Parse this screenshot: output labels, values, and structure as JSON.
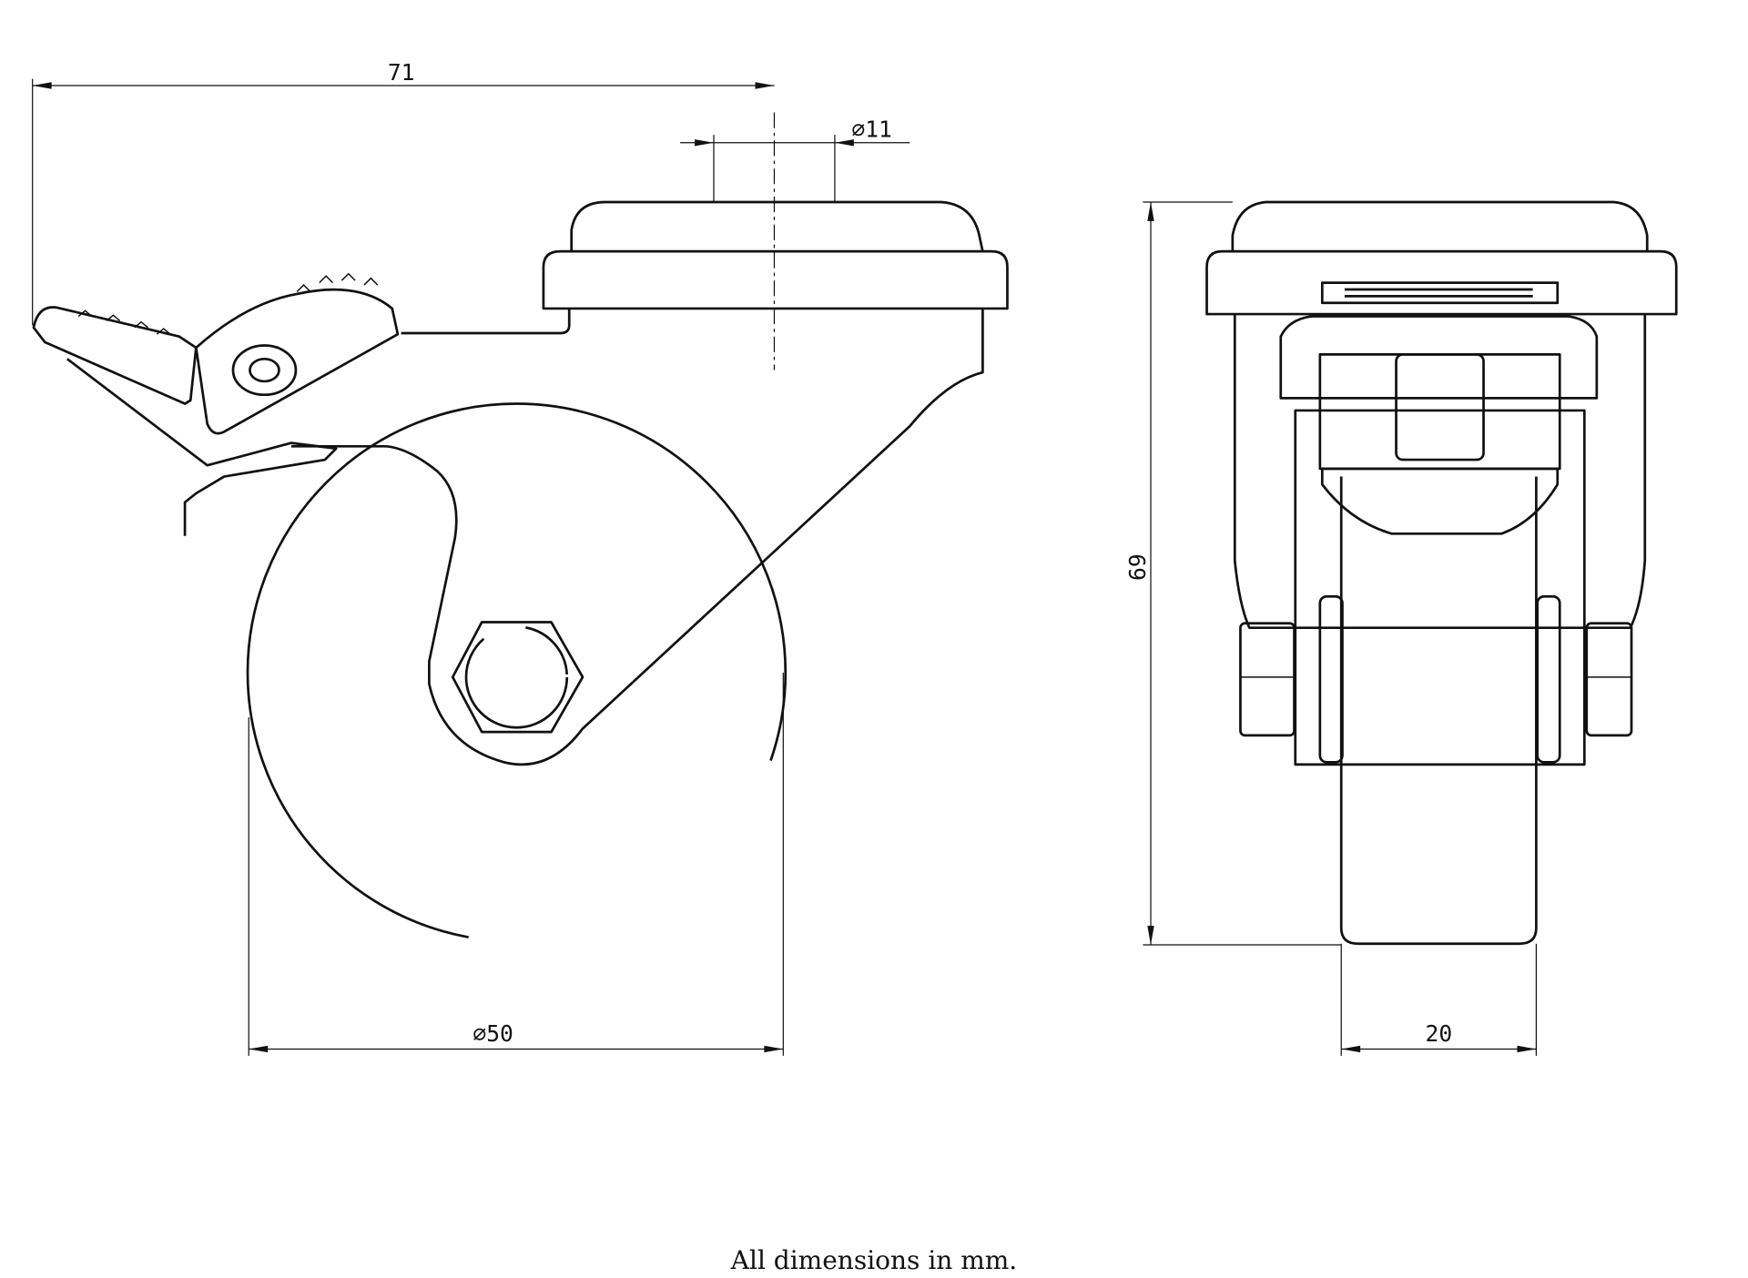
{
  "drawing": {
    "dimensions": {
      "overall_length": "71",
      "bolt_hole": "⌀11",
      "wheel_diameter": "⌀50",
      "height": "69",
      "wheel_width": "20"
    },
    "note": "All dimensions in mm.",
    "line_color": "#111111"
  }
}
